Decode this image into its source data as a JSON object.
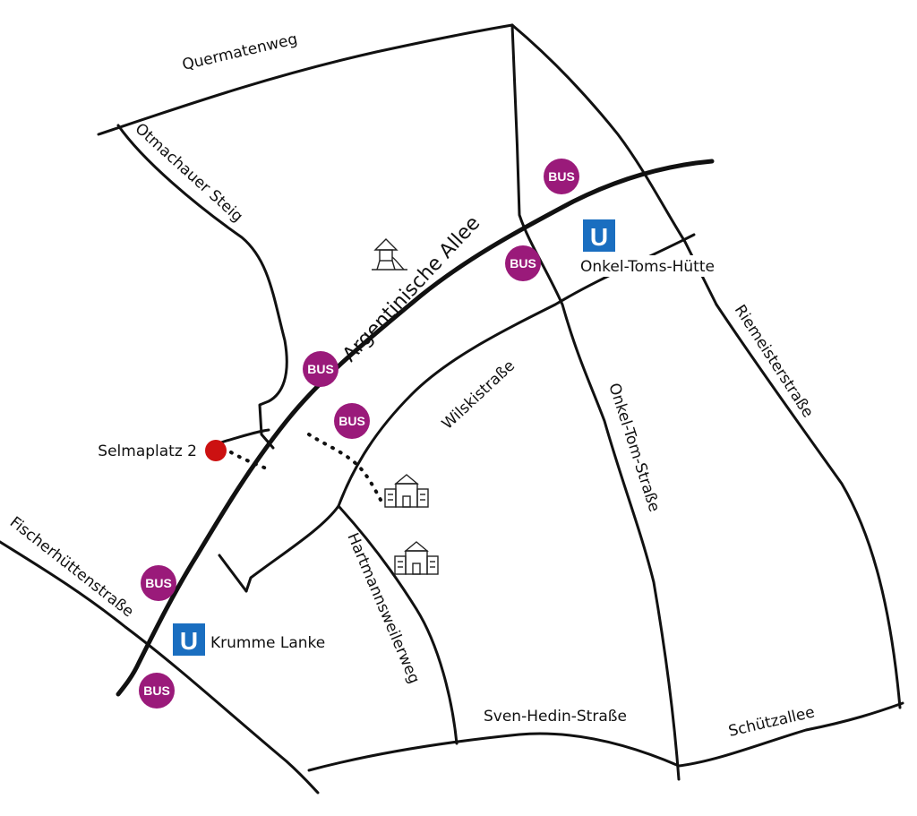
{
  "streets": {
    "quermatenweg": "Quermatenweg",
    "otmachauer_steig": "Otmachauer Steig",
    "argentinische_allee": "Argentinische Allee",
    "wilskistrasse": "Wilskistraße",
    "onkel_tom_strasse": "Onkel-Tom-Straße",
    "riemeisterstrasse": "Riemeisterstraße",
    "fischerhuettenstrasse": "Fischerhüttenstraße",
    "hartmannsweilerweg": "Hartmannsweilerweg",
    "sven_hedin_strasse": "Sven-Hedin-Straße",
    "schuetzallee": "Schützallee"
  },
  "stations": {
    "onkel_toms_huette": {
      "symbol": "U",
      "label": "Onkel-Toms-Hütte"
    },
    "krumme_lanke": {
      "symbol": "U",
      "label": "Krumme Lanke"
    }
  },
  "bus_stop_label": "BUS",
  "destination": {
    "label": "Selmaplatz 2",
    "color": "#cc1111"
  },
  "colors": {
    "bus": "#9a1a7a",
    "ubahn": "#1a6ec0"
  },
  "icons": [
    "playground-icon",
    "school-icon",
    "school-icon"
  ]
}
